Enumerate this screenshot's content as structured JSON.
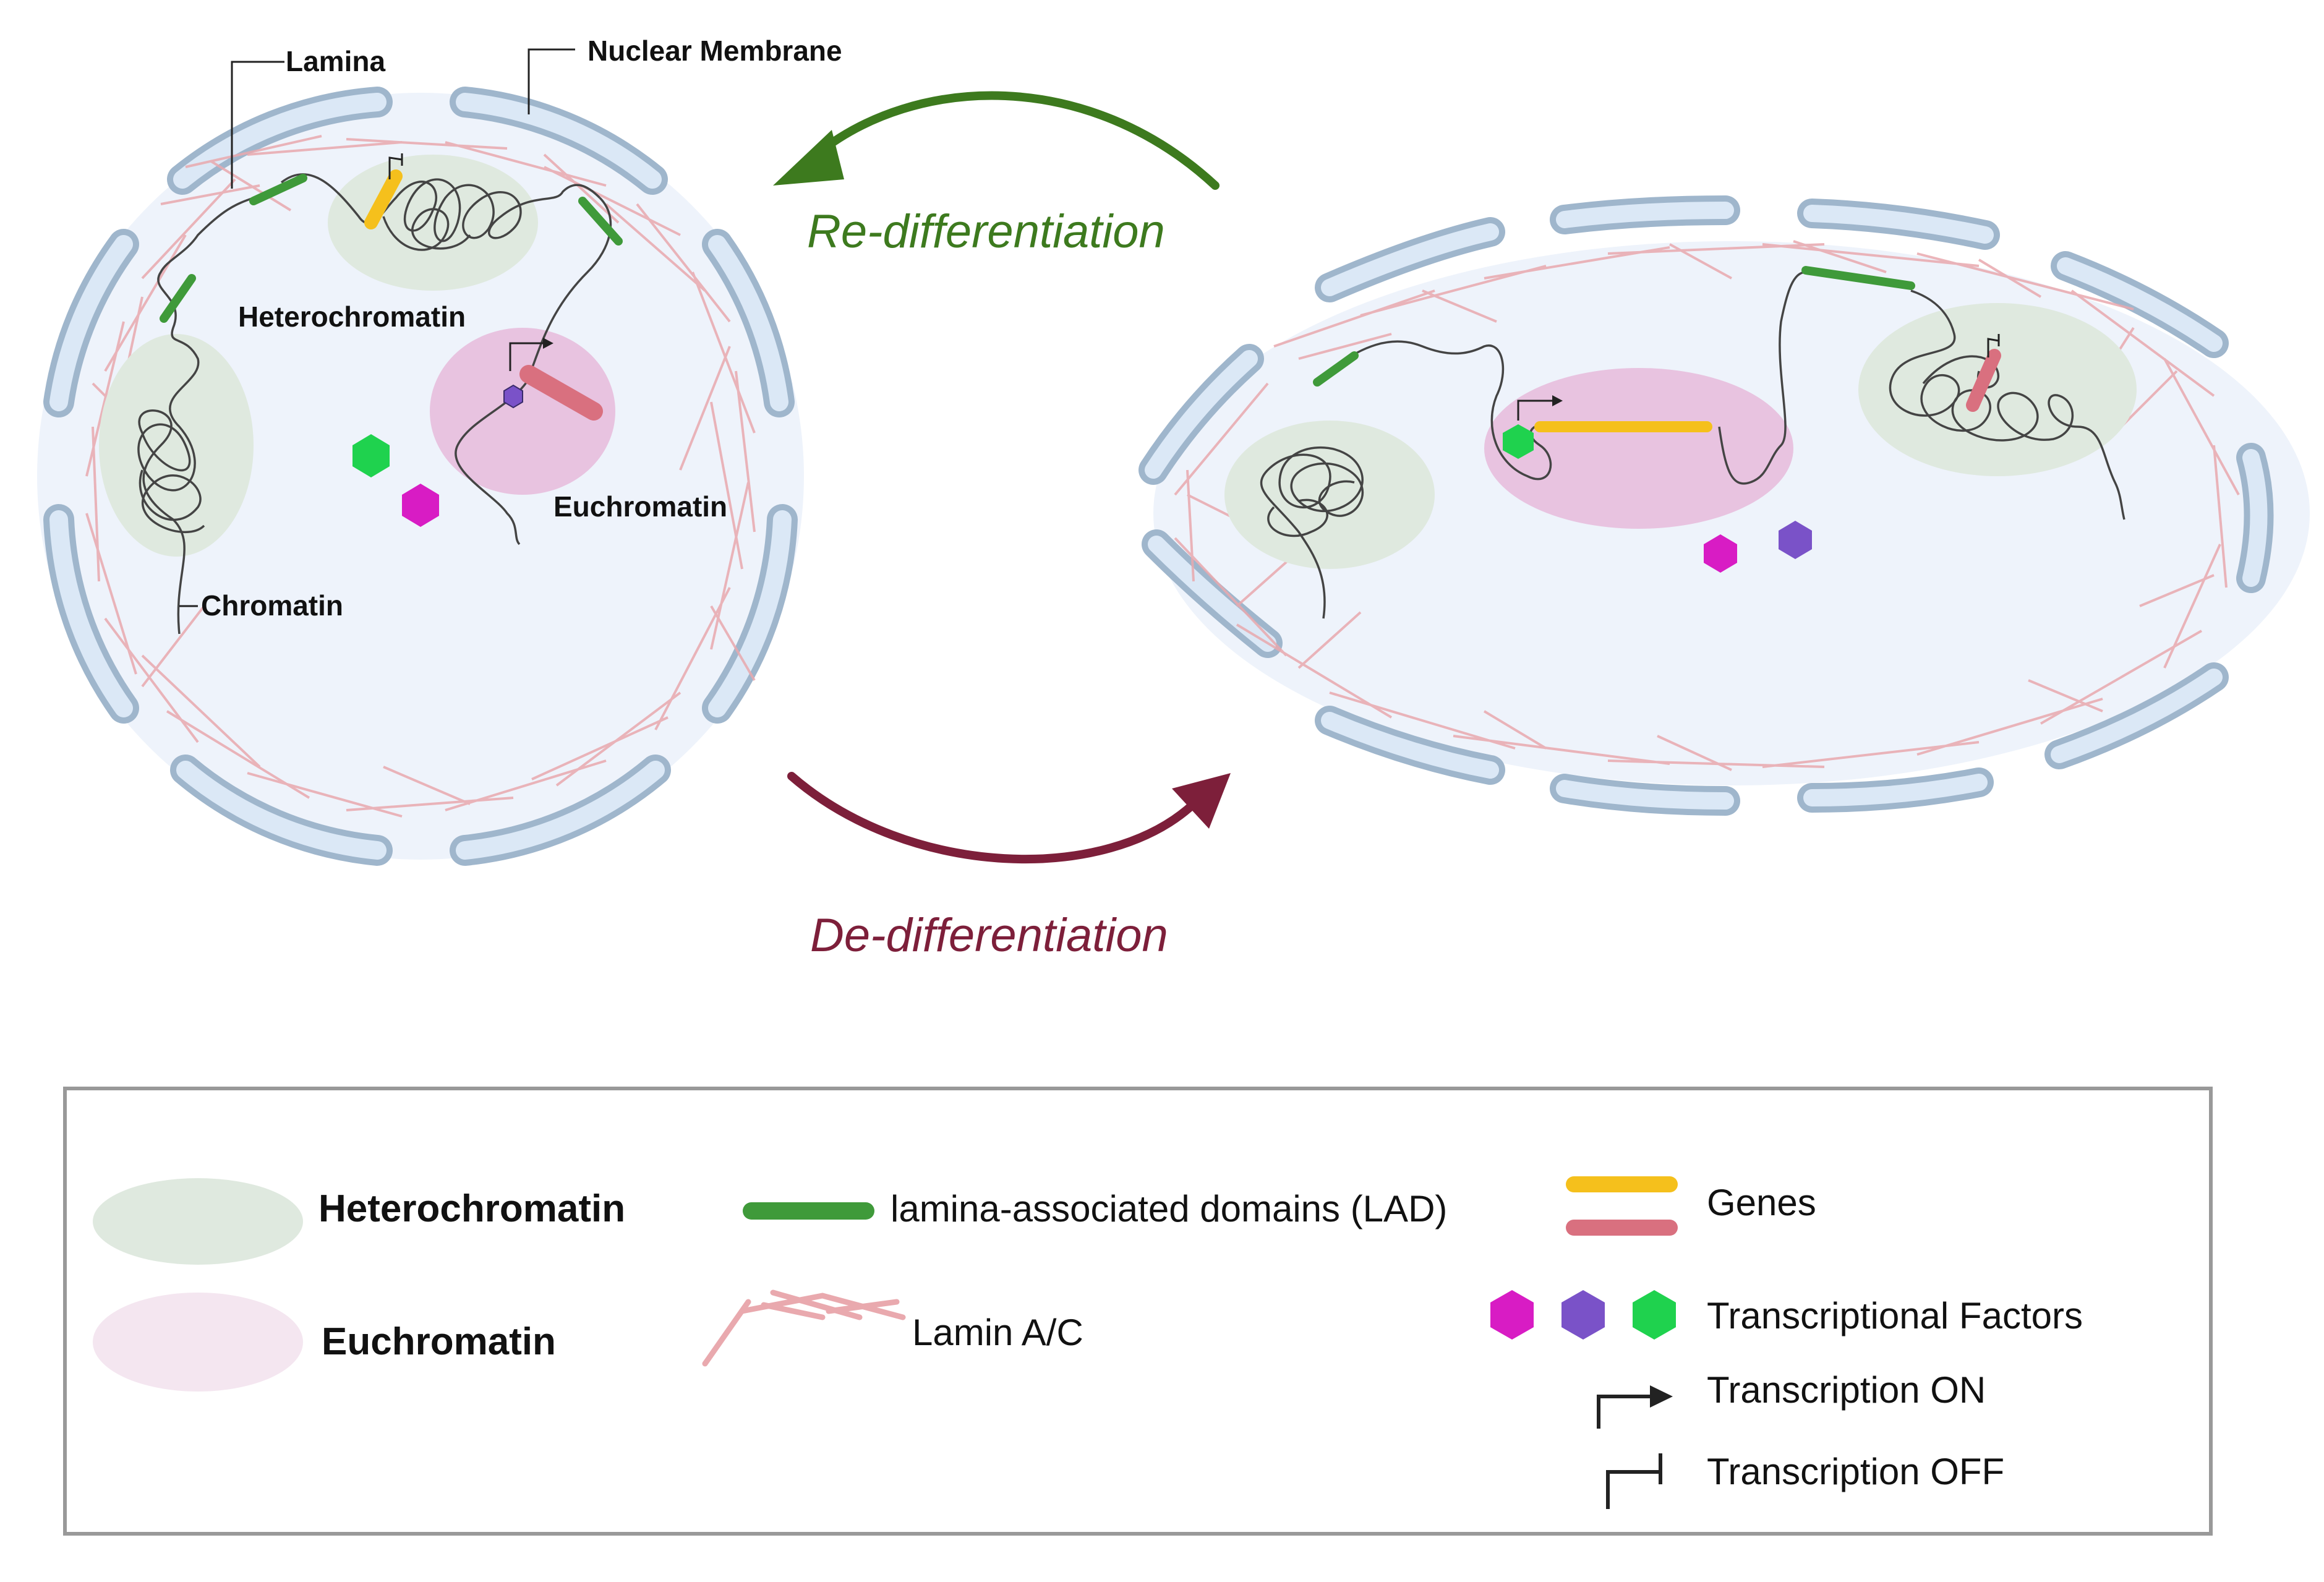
{
  "labels": {
    "lamina": "Lamina",
    "nuclear_membrane": "Nuclear Membrane",
    "heterochromatin": "Heterochromatin",
    "euchromatin": "Euchromatin",
    "chromatin": "Chromatin"
  },
  "processes": {
    "re_differentiation": "Re-differentiation",
    "de_differentiation": "De-differentiation"
  },
  "legend": {
    "heterochromatin": "Heterochromatin",
    "euchromatin": "Euchromatin",
    "lad": "lamina-associated domains (LAD)",
    "lamin": "Lamin A/C",
    "genes": "Genes",
    "transcription_factors": "Transcriptional Factors",
    "transcription_on": "Transcription ON",
    "transcription_off": "Transcription OFF"
  },
  "colors": {
    "membrane_fill": "#dbe8f6",
    "membrane_stroke": "#9fb6cc",
    "nucleoplasm": "#eef3fb",
    "heterochromatin": "#dfe9df",
    "euchromatin": "#e8c3e0",
    "lad_green": "#3f9a3a",
    "gene_yellow": "#f5c01c",
    "gene_red": "#d9707f",
    "lamin": "#e9a9ae",
    "tf_magenta": "#d81cc4",
    "tf_purple": "#7a52c8",
    "tf_green": "#1fd24e",
    "re_diff_arrow": "#3d7a1e",
    "de_diff_arrow": "#7d1f3a"
  }
}
